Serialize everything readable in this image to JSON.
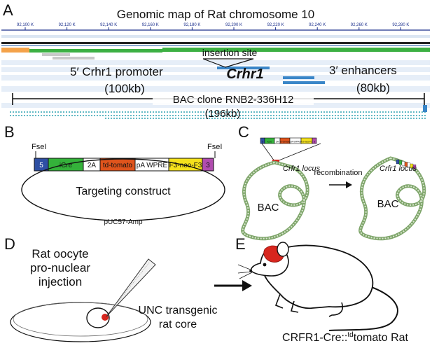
{
  "panelA": {
    "label": "A",
    "title": "Genomic map of Rat chromosome 10",
    "ticks": [
      "92,100 K",
      "92,120 K",
      "92,140 K",
      "92,160 K",
      "92,180 K",
      "92,200 K",
      "92,220 K",
      "92,240 K",
      "92,260 K",
      "92,280 K"
    ],
    "insertion_label": "insertion site",
    "promoter_label": "5′ Crhr1 promoter",
    "promoter_size": "(100kb)",
    "gene_label": "Crhr1",
    "enhancer_label": "3′ enhancers",
    "enhancer_size": "(80kb)",
    "bac_label": "BAC clone RNB2-336H12",
    "bac_size": "(196kb)"
  },
  "panelB": {
    "label": "B",
    "site_left": "FseI",
    "site_right": "FseI",
    "segments": [
      {
        "text": "5",
        "color": "#2e4fa3"
      },
      {
        "text": "iCre",
        "color": "#34b23a"
      },
      {
        "text": "2A",
        "color": "#ffffff"
      },
      {
        "text": "td-tomato",
        "color": "#e0541c"
      },
      {
        "text": "pA WPRE",
        "color": "#ffffff"
      },
      {
        "text": "F3-neo-F3",
        "color": "#f4e11c"
      },
      {
        "text": "3",
        "color": "#b04cae"
      }
    ],
    "construct_label": "Targeting construct",
    "backbone_label": "pUC57-Amp"
  },
  "panelC": {
    "label": "C",
    "locus_label_1": "Crfr1 locus",
    "locus_label_2": "Crfr1 locus",
    "recombination_label": "recombination",
    "bac_label_1": "BAC",
    "bac_label_2": "BAC",
    "mini_segments": [
      "5",
      "iCre",
      "2A",
      "td-tomato",
      "pA WPRE",
      "F3-neo-F3",
      "3"
    ]
  },
  "panelD": {
    "label": "D",
    "injection_text": [
      "Rat oocyte",
      "pro-nuclear",
      "injection"
    ],
    "core_text": [
      "UNC transgenic",
      "rat core"
    ]
  },
  "panelE": {
    "label": "E",
    "rat_label_prefix": "CRFR1-Cre::",
    "rat_label_sup": "td",
    "rat_label_suffix": "tomato Rat"
  },
  "colors": {
    "ruler_blue": "#1b2f8c",
    "green_track": "#3cb043",
    "orange_track": "#f4a24a",
    "blue_feature": "#3a86c8",
    "light_band": "#dbe6f3",
    "teal_dots": "#2fa3b2",
    "brain_red": "#d7261e",
    "bac_green": "#7ea56a"
  }
}
